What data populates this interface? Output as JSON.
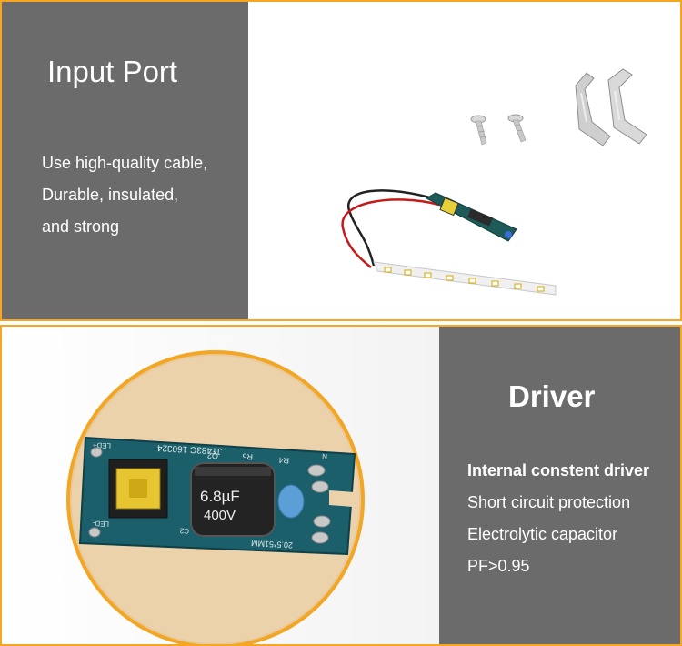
{
  "top": {
    "title": "Input Port",
    "lines": [
      "Use high-quality cable,",
      "Durable, insulated,",
      "and strong"
    ]
  },
  "bottom": {
    "title": "Driver",
    "lines": [
      "Internal constent driver",
      "Short circuit protection",
      "Electrolytic capacitor",
      "PF>0.95"
    ]
  },
  "board": {
    "capacitor_value": "6.8µF",
    "capacitor_voltage": "400V",
    "silk_main": "JT483C 160324",
    "silk_bottom": "20.5*51MM",
    "silk_q": "Q2",
    "silk_r5": "R5",
    "silk_r4": "R4",
    "silk_led_plus": "LED+",
    "silk_led_minus": "LED-",
    "silk_c2": "C2",
    "silk_n": "N"
  },
  "colors": {
    "border": "#f5a623",
    "panel_gray": "#6b6b6b",
    "pcb": "#1b5f6b"
  }
}
